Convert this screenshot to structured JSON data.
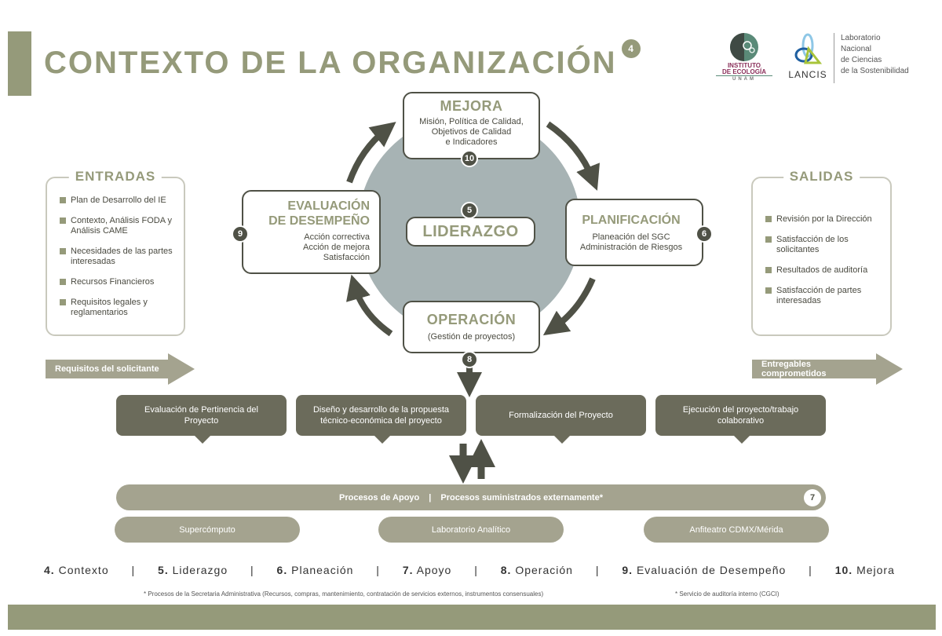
{
  "header": {
    "title": "CONTEXTO DE LA ORGANIZACIÓN",
    "title_badge": "4"
  },
  "logos": {
    "ie_lines": [
      "INSTITUTO",
      "DE ECOLOGÍA",
      "UNAM"
    ],
    "lancis": "LANCIS",
    "lancis_desc": [
      "Laboratorio",
      "Nacional",
      "de Ciencias",
      "de la Sostenibilidad"
    ]
  },
  "cycle": {
    "mejora": {
      "title": "MEJORA",
      "text": [
        "Misión, Política de Calidad,",
        "Objetivos de Calidad",
        "e Indicadores"
      ],
      "badge": "10"
    },
    "evaluacion": {
      "title": [
        "EVALUACIÓN",
        "DE DESEMPEÑO"
      ],
      "text": [
        "Acción correctiva",
        "Acción de mejora",
        "Satisfacción"
      ],
      "badge": "9"
    },
    "liderazgo": {
      "title": "LIDERAZGO",
      "badge": "5"
    },
    "planificacion": {
      "title": "PLANIFICACIÓN",
      "text": [
        "Planeación del SGC",
        "Administración de Riesgos"
      ],
      "badge": "6"
    },
    "operacion": {
      "title": "OPERACIÓN",
      "text": [
        "(Gestión de proyectos)"
      ],
      "badge": "8"
    }
  },
  "entradas": {
    "label": "ENTRADAS",
    "items": [
      "Plan de Desarrollo del IE",
      "Contexto, Análisis FODA y Análisis CAME",
      "Necesidades de las partes interesadas",
      "Recursos Financieros",
      "Requisitos legales y reglamentarios"
    ]
  },
  "salidas": {
    "label": "SALIDAS",
    "items": [
      "Revisión por la Dirección",
      "Satisfacción de los solicitantes",
      "Resultados de auditoría",
      "Satisfacción de partes interesadas"
    ]
  },
  "arrows": {
    "left": "Requisitos del solicitante",
    "right": "Entregables comprometidos"
  },
  "processes": [
    "Evaluación de Pertinencia del Proyecto",
    "Diseño y desarrollo de la propuesta técnico-económica del proyecto",
    "Formalización del Proyecto",
    "Ejecución del proyecto/trabajo colaborativo"
  ],
  "support": {
    "left": "Procesos de Apoyo",
    "sep": "|",
    "right": "Procesos suministrados externamente*",
    "badge": "7",
    "items": [
      "Supercómputo",
      "Laboratorio Analítico",
      "Anfiteatro CDMX/Mérida"
    ]
  },
  "legend": [
    {
      "n": "4.",
      "t": "Contexto"
    },
    {
      "n": "5.",
      "t": "Liderazgo"
    },
    {
      "n": "6.",
      "t": "Planeación"
    },
    {
      "n": "7.",
      "t": "Apoyo"
    },
    {
      "n": "8.",
      "t": "Operación"
    },
    {
      "n": "9.",
      "t": "Evaluación de Desempeño"
    },
    {
      "n": "10.",
      "t": "Mejora"
    }
  ],
  "footnotes": [
    "* Procesos de la Secretaria Administrativa (Recursos, compras, mantenimiento, contratación de servicios externos, instrumentos consensuales)",
    "* Servicio de auditoría interno (CGCI)"
  ],
  "colors": {
    "olive": "#959a7a",
    "dark": "#4f5146",
    "process": "#6b6b5b",
    "circle": "#a7b3b4"
  }
}
